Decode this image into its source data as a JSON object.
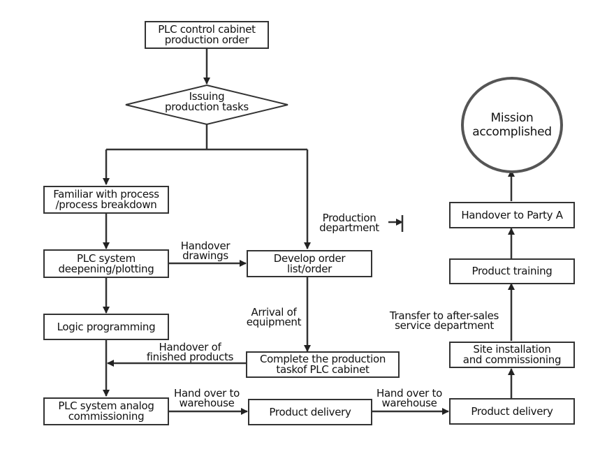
{
  "diagram": {
    "title": "PLC control cabinet production flow",
    "nodes": {
      "production_order": "PLC control cabinet\nproduction order",
      "issuing_tasks": "Issuing\nproduction tasks",
      "familiar_process": "Familiar with process\n/process breakdown",
      "plc_deepening": "PLC system\ndeepening/plotting",
      "logic_programming": "Logic programming",
      "analog_commissioning": "PLC system analog\ncommissioning",
      "develop_order": "Develop order\nlist/order",
      "complete_task": "Complete the production\ntaskof PLC cabinet",
      "product_delivery_1": "Product delivery",
      "product_delivery_2": "Product delivery",
      "site_installation": "Site installation\nand commissioning",
      "product_training": "Product training",
      "handover_party_a": "Handover to Party A",
      "mission_accomplished": "Mission\naccomplished"
    },
    "edge_labels": {
      "production_department": "Production\ndepartment",
      "handover_drawings": "Handover\ndrawings",
      "arrival_of_equipment": "Arrival of\nequipment",
      "handover_finished": "Handover of\nfinished products",
      "hand_over_warehouse_1": "Hand over to\nwarehouse",
      "hand_over_warehouse_2": "Hand over to\nwarehouse",
      "transfer_after_sales": "Transfer to after-sales\nservice department"
    },
    "colors": {
      "line": "#333333",
      "node_border": "#333333",
      "circle_border": "#555555",
      "background": "#ffffff"
    }
  }
}
